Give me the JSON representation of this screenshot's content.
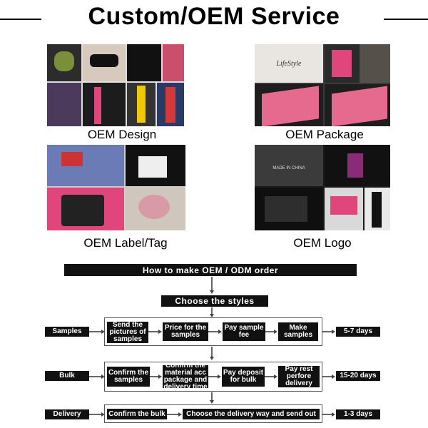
{
  "header": {
    "title": "Custom/OEM Service"
  },
  "panels": {
    "design": {
      "caption": "OEM Design"
    },
    "package": {
      "caption": "OEM Package",
      "box_brand": "LifeStyle"
    },
    "label": {
      "caption": "OEM Label/Tag"
    },
    "logo": {
      "caption": "OEM Logo",
      "patch_text": "MADE IN CHINA"
    }
  },
  "flow": {
    "title": "How to make OEM / ODM order",
    "choose": "Choose the styles",
    "rows": [
      {
        "label": "Samples",
        "steps": [
          "Send the pictures of samples",
          "Price for the samples",
          "Pay sample fee",
          "Make samples"
        ],
        "duration": "5-7 days"
      },
      {
        "label": "Bulk",
        "steps": [
          "Confirm the samples",
          "Confirm the material acc package and delivery time",
          "Pay deposit for bulk",
          "Pay rest perfore delivery"
        ],
        "duration": "15-20 days"
      },
      {
        "label": "Delivery",
        "steps": [
          "Confirm the bulk",
          "Choose the delivery way and send out"
        ],
        "duration": "1-3 days"
      }
    ]
  },
  "colors": {
    "ink": "#111111",
    "pink": "#e0457b",
    "bg": "#ffffff"
  }
}
